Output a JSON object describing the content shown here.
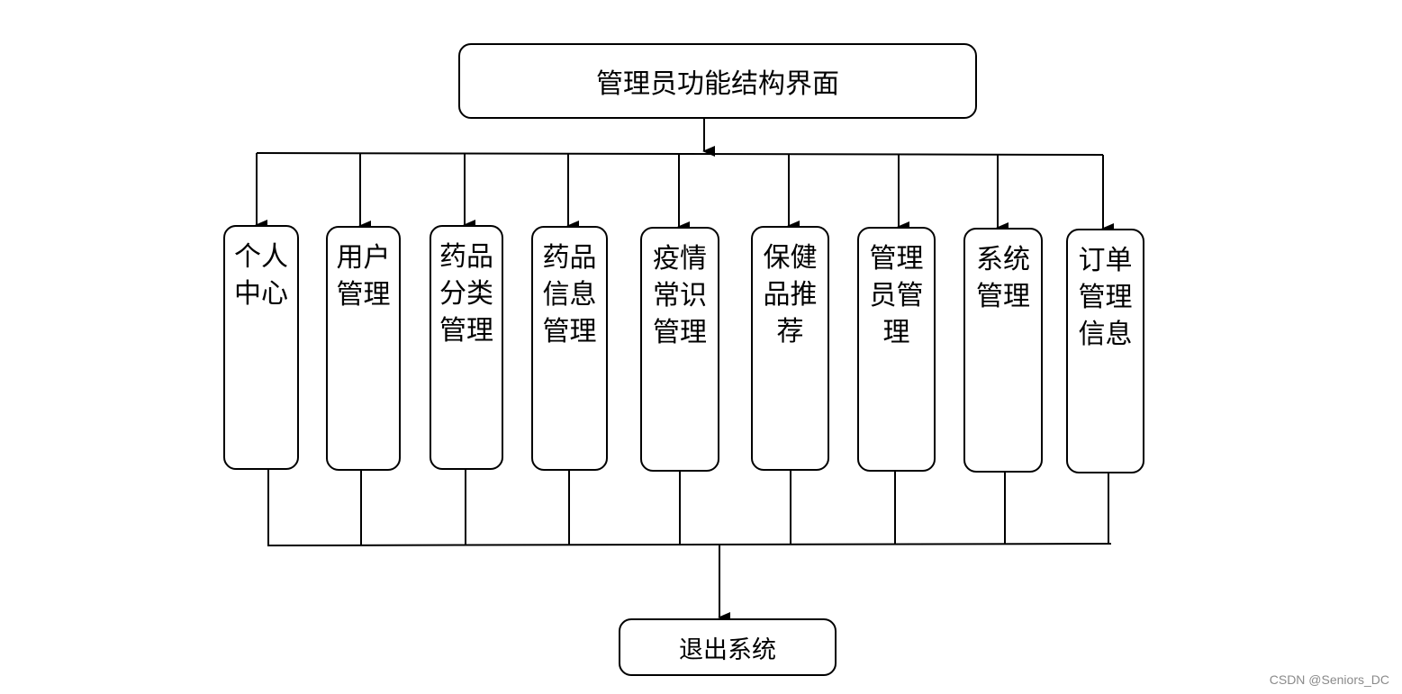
{
  "diagram": {
    "title": "管理员功能结构界面",
    "modules": [
      {
        "label": "个人中心"
      },
      {
        "label": "用户管理"
      },
      {
        "label": "药品分类管理"
      },
      {
        "label": "药品信息管理"
      },
      {
        "label": "疫情常识管理"
      },
      {
        "label": "保健品推荐"
      },
      {
        "label": "管理员管理"
      },
      {
        "label": "系统管理"
      },
      {
        "label": "订单管理信息"
      }
    ],
    "exit": "退出系统"
  },
  "watermark": "CSDN @Seniors_DC"
}
